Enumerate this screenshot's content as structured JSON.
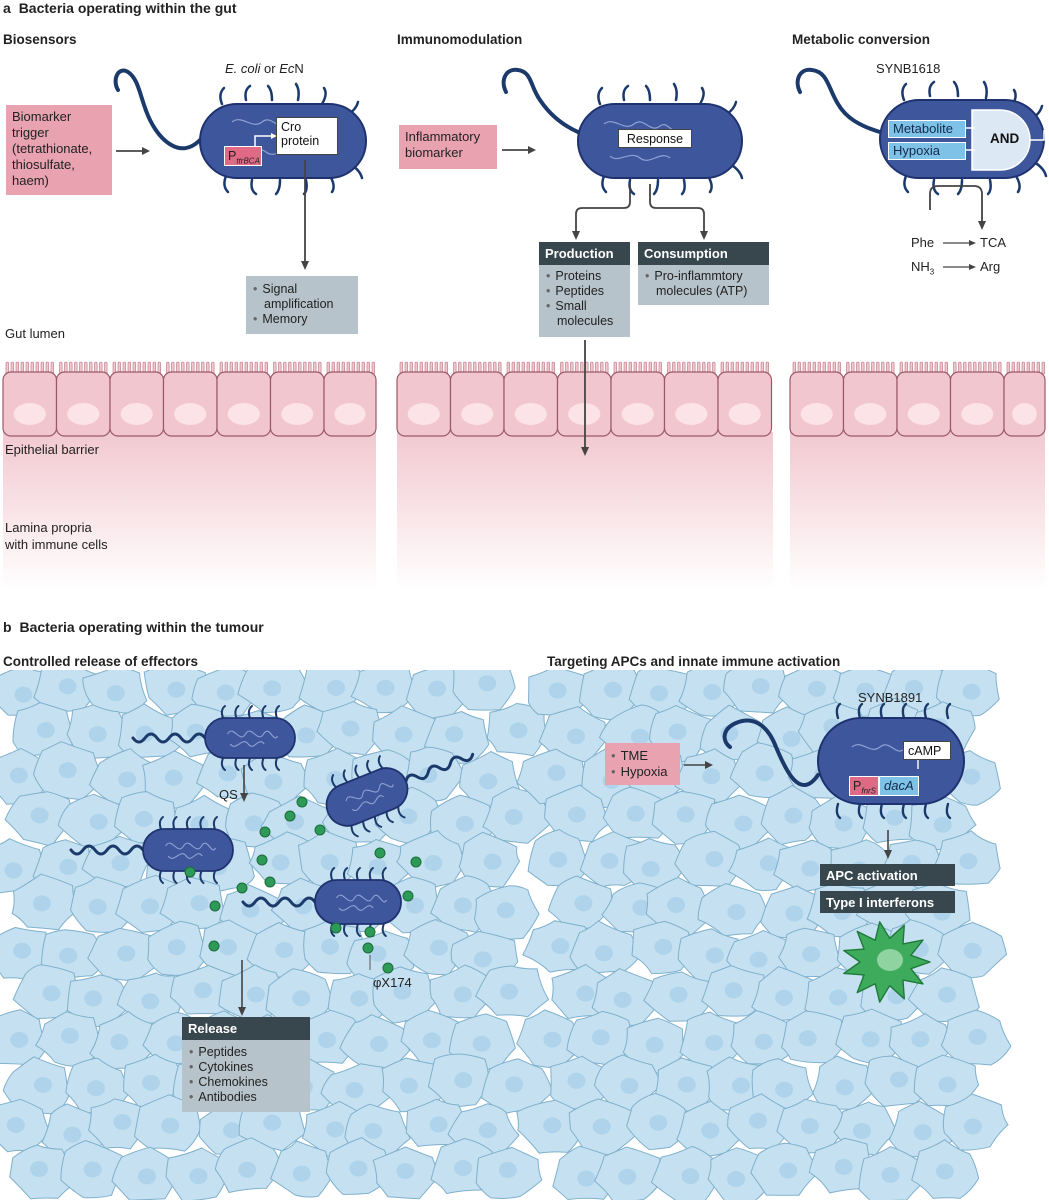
{
  "panel_a": {
    "letter": "a",
    "title": "Bacteria operating within the gut",
    "biosensors": {
      "heading": "Biosensors",
      "strain": "E. coli or EcN",
      "strain_italic_1": "E. coli",
      "strain_mid": " or ",
      "strain_italic_2": "Ec",
      "strain_suffix": "N",
      "trigger_lines": [
        "Biomarker",
        "trigger",
        "(tetrathionate,",
        "thiosulfate,",
        "haem)"
      ],
      "promoter_p": "P",
      "promoter_sub": "ttrBCA",
      "output_lines": [
        "Cro",
        "protein"
      ],
      "results": [
        "Signal",
        "amplification",
        "Memory"
      ]
    },
    "immunomodulation": {
      "heading": "Immunomodulation",
      "trigger_lines": [
        "Inflammatory",
        "biomarker"
      ],
      "response": "Response",
      "production": {
        "heading": "Production",
        "items": [
          "Proteins",
          "Peptides",
          "Small",
          "molecules"
        ]
      },
      "consumption": {
        "heading": "Consumption",
        "items": [
          "Pro-inflammtory",
          "molecules (ATP)"
        ]
      }
    },
    "metabolic": {
      "heading": "Metabolic conversion",
      "strain": "SYNB1618",
      "input_1": "Metabolite",
      "input_2": "Hypoxia",
      "gate": "AND",
      "conversion_1_from": "Phe",
      "conversion_1_to": "TCA",
      "conversion_2_from": "NH",
      "conversion_2_sub": "3",
      "conversion_2_to": "Arg"
    },
    "layers": {
      "lumen": "Gut lumen",
      "epithelium": "Epithelial barrier",
      "lamina_1": "Lamina propria",
      "lamina_2": "with immune cells"
    }
  },
  "panel_b": {
    "letter": "b",
    "title": "Bacteria operating within the tumour",
    "release": {
      "heading": "Controlled release of effectors",
      "qs": "QS",
      "phage": "φX174",
      "box_heading": "Release",
      "items": [
        "Peptides",
        "Cytokines",
        "Chemokines",
        "Antibodies"
      ]
    },
    "apc": {
      "heading": "Targeting APCs and innate immune activation",
      "strain": "SYNB1891",
      "trigger_items": [
        "TME",
        "Hypoxia"
      ],
      "promoter_p": "P",
      "promoter_sub": "fnrS",
      "gene": "dacA",
      "product": "cAMP",
      "outcome_1": "APC activation",
      "outcome_2": "Type I interferons"
    }
  },
  "colors": {
    "bacterium_fill": "#3e579c",
    "bacterium_dark": "#1f3270",
    "flagella": "#1b3a6b",
    "pink_box": "#e8a2b0",
    "grey_box": "#b7c3ca",
    "dark_header": "#38464d",
    "epithelium": "#f2c6cf",
    "tissue_cells": "#c5e1f1",
    "green_molecule": "#2e9a58",
    "apc_cell": "#3daa5c"
  }
}
